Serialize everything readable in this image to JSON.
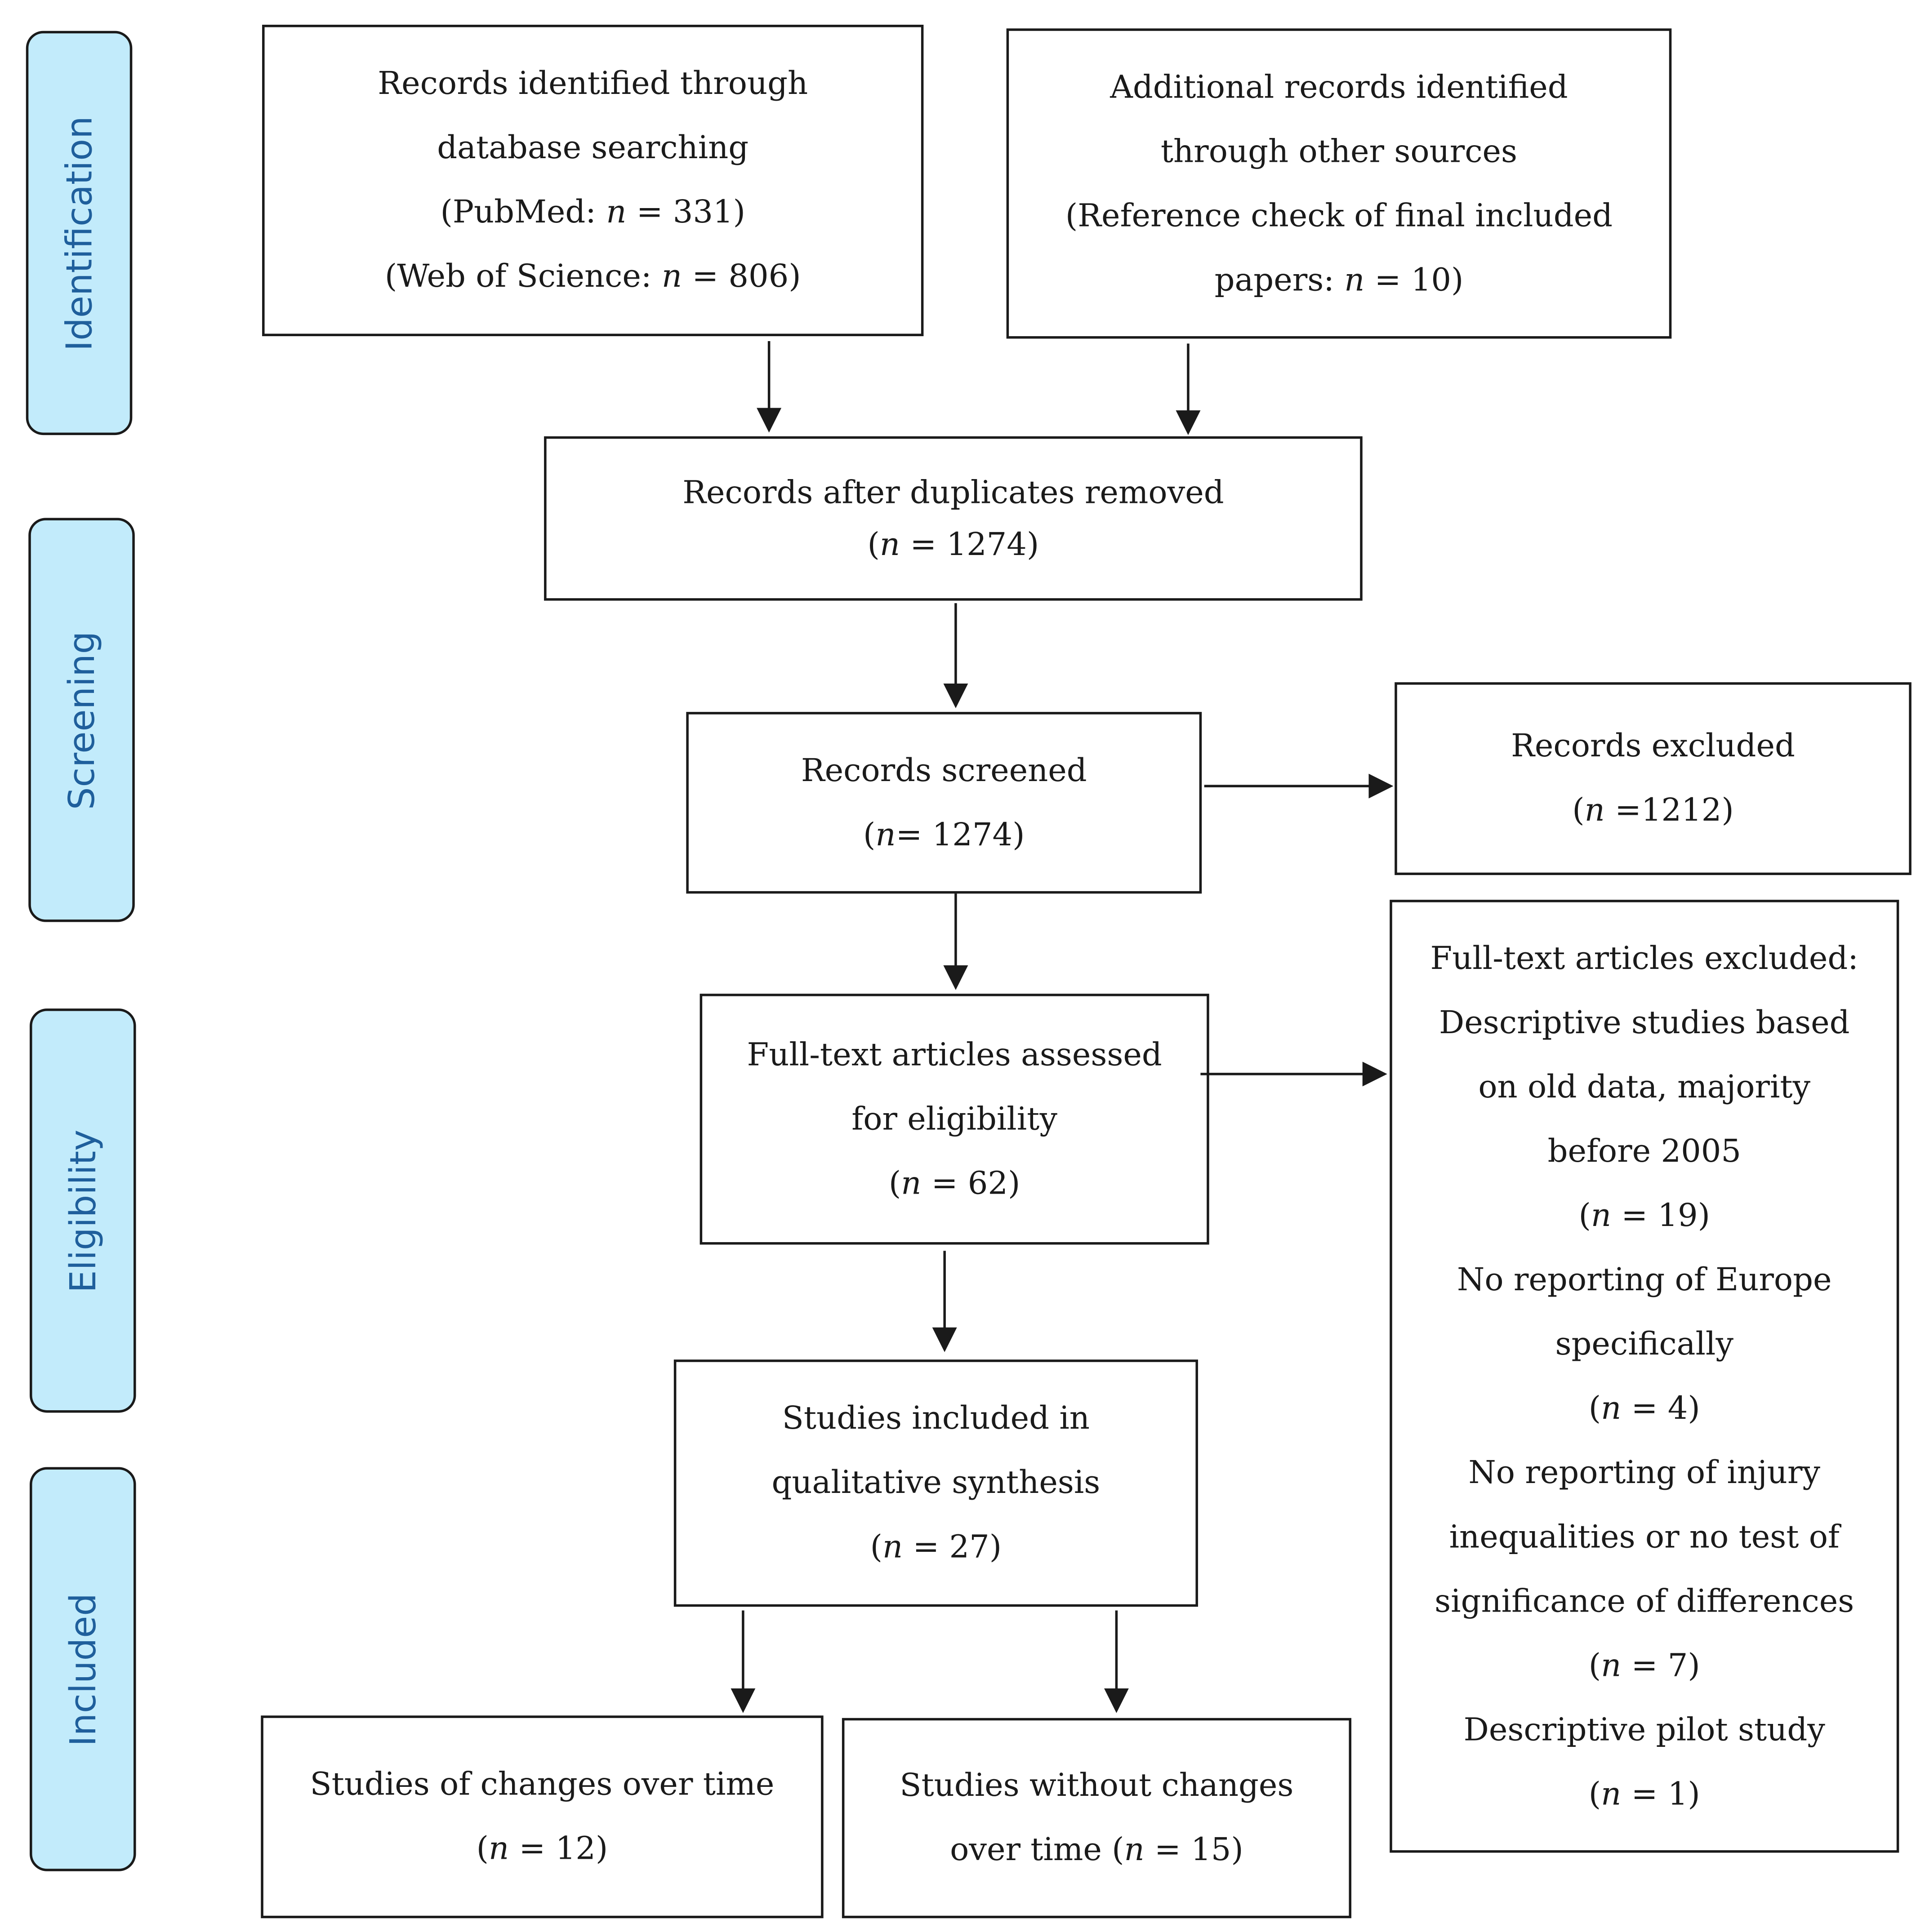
{
  "phases": {
    "identification": "Identification",
    "screening": "Screening",
    "eligibility": "Eligibility",
    "included": "Included"
  },
  "boxes": {
    "database": {
      "line1": "Records identified through",
      "line2": "database searching",
      "pubmed_pre": "(PubMed: ",
      "pubmed_n": "n",
      "pubmed_post": " = 331)",
      "wos_pre": "(Web of Science: ",
      "wos_n": "n",
      "wos_post": " = 806)"
    },
    "other_sources": {
      "line1": "Additional records identified",
      "line2": "through other sources",
      "line3": "(Reference check of final included",
      "line4_pre": "papers: ",
      "line4_n": "n",
      "line4_post": " = 10)"
    },
    "duplicates": {
      "line1": "Records after duplicates removed",
      "count_pre": "(",
      "count_n": "n",
      "count_post": " = 1274)"
    },
    "screened": {
      "line1": "Records screened",
      "count_pre": "(",
      "count_n": "n",
      "count_post": "= 1274)"
    },
    "excluded": {
      "line1": "Records excluded",
      "count_pre": "(",
      "count_n": "n",
      "count_post": " =1212)"
    },
    "fulltext": {
      "line1": "Full-text articles assessed",
      "line2": "for eligibility",
      "count_pre": "(",
      "count_n": "n",
      "count_post": " = 62)"
    },
    "fulltext_excluded": {
      "heading": "Full-text articles excluded:",
      "r1_l1": "Descriptive studies based",
      "r1_l2": "on old data, majority",
      "r1_l3": "before 2005",
      "r1_pre": "(",
      "r1_n": "n",
      "r1_post": " = 19)",
      "r2_l1": "No reporting of Europe",
      "r2_l2": "specifically",
      "r2_pre": "(",
      "r2_n": "n",
      "r2_post": " = 4)",
      "r3_l1": "No reporting of injury",
      "r3_l2": "inequalities or no test of",
      "r3_l3": "significance of differences",
      "r3_pre": "(",
      "r3_n": "n",
      "r3_post": " = 7)",
      "r4_l1": "Descriptive pilot study",
      "r4_pre": "(",
      "r4_n": "n",
      "r4_post": " = 1)"
    },
    "included": {
      "line1": "Studies included in",
      "line2": "qualitative synthesis",
      "count_pre": "(",
      "count_n": "n",
      "count_post": " = 27)"
    },
    "changes": {
      "line1": "Studies of changes over time",
      "count_pre": "(",
      "count_n": "n",
      "count_post": " = 12)"
    },
    "no_changes": {
      "line1": "Studies without changes",
      "line2_pre": "over time (",
      "line2_n": "n",
      "line2_post": " = 15)"
    }
  }
}
